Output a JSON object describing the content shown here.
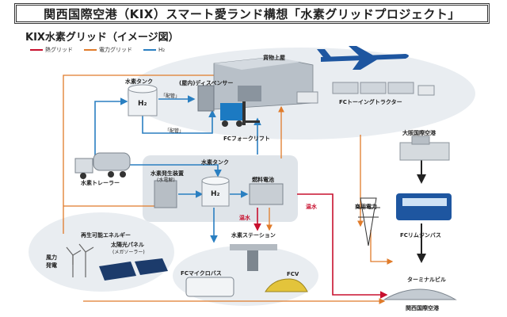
{
  "title": "関西国際空港（KIX）スマート愛ランド構想「水素グリッドプロジェクト」",
  "subtitle": "KIX水素グリッド（イメージ図）",
  "legend": {
    "heat": {
      "label": "熱グリッド",
      "color": "#c8102e"
    },
    "power": {
      "label": "電力グリッド",
      "color": "#e07b2a"
    },
    "h2": {
      "label": "H₂",
      "color": "#2a7fc1"
    }
  },
  "labels": {
    "cargo": "貨物上屋",
    "h2_tank_top": "水素タンク",
    "h2_symbol": "H₂",
    "dispenser": "(屋内)ディスペンサー",
    "pipe1": "「配管」",
    "pipe2": "「配管」",
    "fc_towing": "FCトーイングトラクター",
    "fc_forklift": "FCフォークリフト",
    "osaka_airport": "大阪国際空港",
    "trailer": "水素トレーラー",
    "h2_tank_mid": "水素タンク",
    "h2_gen": "水素発生装置",
    "h2_gen_sub": "(水電解)",
    "h2_symbol2": "H₂",
    "fuel_cell": "燃料電池",
    "warm_water1": "温水",
    "warm_water2": "温水",
    "commercial_power": "商用電力",
    "h2_station": "水素ステーション",
    "fc_limousine": "FCリムジンバス",
    "renewable": "再生可能エネルギー",
    "solar": "太陽光パネル",
    "solar_sub": "(メガソーラー)",
    "wind": "風力",
    "wind_sub": "発電",
    "fc_microbus": "FCマイクロバス",
    "fcv": "FCV",
    "terminal": "ターミナルビル",
    "kix": "関西国際空港"
  }
}
